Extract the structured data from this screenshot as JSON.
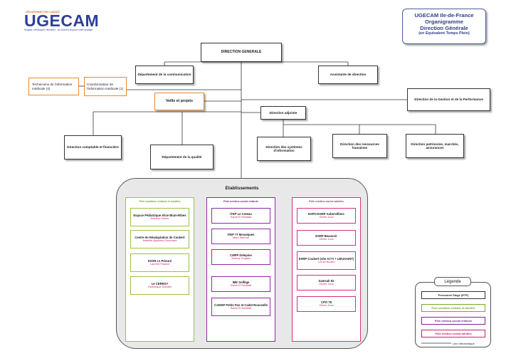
{
  "logo": {
    "tagline_top": "GROUPEMENT DES CAISSES",
    "name": "UGECAM",
    "subline": "Soigner, rééduquer, réinsérer : Un tout-en-un pour votre protégé"
  },
  "title": {
    "line1": "UGECAM Ile-de-France",
    "line2": "Organigramme",
    "line3": "Direction Générale",
    "line4": "(en Equivalent Temps Plein)"
  },
  "nodes": {
    "direction_generale": "DIRECTION GENERALE",
    "departement_communication": "Département de la communication",
    "assistante_direction": "Assistante de direction",
    "techniciens_information_medicale": "Techniciens de l'information médicale (4)",
    "coordonnateur_information_medicale": "Coordonnateur de l'information médicale (1)",
    "veille_projets": "Veille et projets",
    "direction_gestion_performance": "Direction de la Gestion et de la Performance",
    "direction_adjointe": "Direction adjointe",
    "direction_comptable": "Direction comptable et financière",
    "departement_qualite": "Département de la qualité",
    "direction_systemes_information": "Direction des systèmes d'information",
    "direction_ressources_humaines": "Direction des ressources humaines",
    "direction_patrimoine": "Direction patrimoine, marchés, assurances"
  },
  "etablissements": {
    "title": "Etablissements",
    "poles": [
      {
        "title": "Pôle sanitaire enfants et adultes",
        "items": [
          {
            "name": "Espace Pédiatrique Alice Blum-Ribes",
            "director": "Antoine Hurion"
          },
          {
            "name": "Centre de Réadaptation de Coubert",
            "director": "Isabelle Agostino-Gauchard"
          },
          {
            "name": "ESSR Le Prieuré",
            "director": "Laurent Paulion"
          },
          {
            "name": "Le CERRSY",
            "director": "Dominique Damien"
          }
        ]
      },
      {
        "title": "Pôle médico-social enfants",
        "items": [
          {
            "name": "ITEP Le Coteau",
            "director": "Samir El Haddad"
          },
          {
            "name": "ITEP 77 Mosaïques",
            "director": "Marc Etienne"
          },
          {
            "name": "CMPP Delepine",
            "director": "Jérémy Gogane"
          },
          {
            "name": "IME Solfège",
            "director": "Samir El Haddad"
          },
          {
            "name": "CAMSP Petits Pas et Cadet Rousselle",
            "director": "Samir El Haddad"
          }
        ]
      },
      {
        "title": "Pôle médico-social adultes",
        "items": [
          {
            "name": "ESPO-ESRP Aubervilliers",
            "director": "Olivier Joos"
          },
          {
            "name": "ESRP Beauvoir",
            "director": "Olivier Joos"
          },
          {
            "name": "ESRP Coubert (site ACTI + LIEUSAINT)",
            "director": "Lionel Boulet"
          },
          {
            "name": "Samsah 92",
            "director": "Olivier Joos"
          },
          {
            "name": "CPO 78",
            "director": "Olivier Joos"
          }
        ]
      }
    ]
  },
  "legend": {
    "title": "Légende",
    "items": [
      "Personnel Siège (ETP)",
      "Pôle sanitaire enfants et adultes",
      "Pôle médico-social enfance",
      "Pôle médico-social adultes"
    ],
    "line_label": "Lien hiérarchique"
  },
  "colors": {
    "orange": "#e8892b",
    "green": "#9bc33d",
    "purple": "#8c2aa0",
    "pink": "#d6317b",
    "navy": "#2f3f86"
  }
}
